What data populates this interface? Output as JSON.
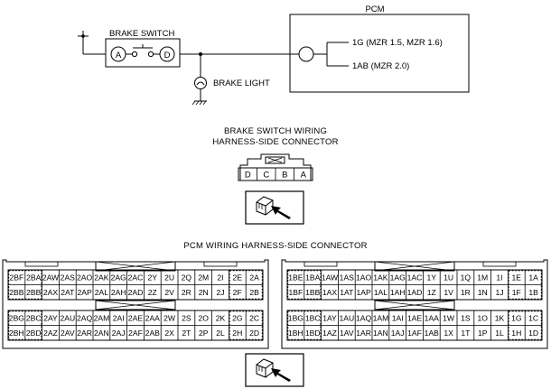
{
  "wiring": {
    "pcm_title": "PCM",
    "brake_switch_label": "BRAKE SWITCH",
    "brake_light_label": "BRAKE LIGHT",
    "terminal_a": "A",
    "terminal_d": "D",
    "pcm_pin_1": "1G (MZR 1.5, MZR 1.6)",
    "pcm_pin_2": "1AB (MZR 2.0)"
  },
  "brake_connector": {
    "title_line1": "BRAKE SWITCH WIRING",
    "title_line2": "HARNESS-SIDE CONNECTOR",
    "pins": [
      "D",
      "C",
      "B",
      "A"
    ]
  },
  "pcm_connector": {
    "title": "PCM WIRING HARNESS-SIDE CONNECTOR",
    "left": {
      "rows": [
        [
          "2BF",
          "2BA",
          "2AW",
          "2AS",
          "2AO",
          "2AK",
          "2AG",
          "2AC",
          "2Y",
          "2U",
          "2Q",
          "2M",
          "2I",
          "2E",
          "2A"
        ],
        [
          "2BB",
          "2BB",
          "2AX",
          "2AT",
          "2AP",
          "2AL",
          "2AH",
          "2AD",
          "2Z",
          "2V",
          "2R",
          "2N",
          "2J",
          "2F",
          "2B"
        ],
        [
          "2BG",
          "2BC",
          "2AY",
          "2AU",
          "2AQ",
          "2AM",
          "2AI",
          "2AE",
          "2AA",
          "2W",
          "2S",
          "2O",
          "2K",
          "2G",
          "2C"
        ],
        [
          "2BH",
          "2BD",
          "2AZ",
          "2AV",
          "2AR",
          "2AN",
          "2AJ",
          "2AF",
          "2AB",
          "2X",
          "2T",
          "2P",
          "2L",
          "2H",
          "2D"
        ]
      ]
    },
    "right": {
      "rows": [
        [
          "1BE",
          "1BA",
          "1AW",
          "1AS",
          "1AO",
          "1AK",
          "1AG",
          "1AC",
          "1Y",
          "1U",
          "1Q",
          "1M",
          "1I",
          "1E",
          "1A"
        ],
        [
          "1BF",
          "1BB",
          "1AX",
          "1AT",
          "1AP",
          "1AL",
          "1AH",
          "1AD",
          "1Z",
          "1V",
          "1R",
          "1N",
          "1J",
          "1F",
          "1B"
        ],
        [
          "1BG",
          "1BC",
          "1AY",
          "1AU",
          "1AQ",
          "1AM",
          "1AI",
          "1AE",
          "1AA",
          "1W",
          "1S",
          "1O",
          "1K",
          "1G",
          "1C"
        ],
        [
          "1BH",
          "1BD",
          "1AZ",
          "1AV",
          "1AR",
          "1AN",
          "1AJ",
          "1AF",
          "1AB",
          "1X",
          "1T",
          "1P",
          "1L",
          "1H",
          "1D"
        ]
      ]
    }
  }
}
